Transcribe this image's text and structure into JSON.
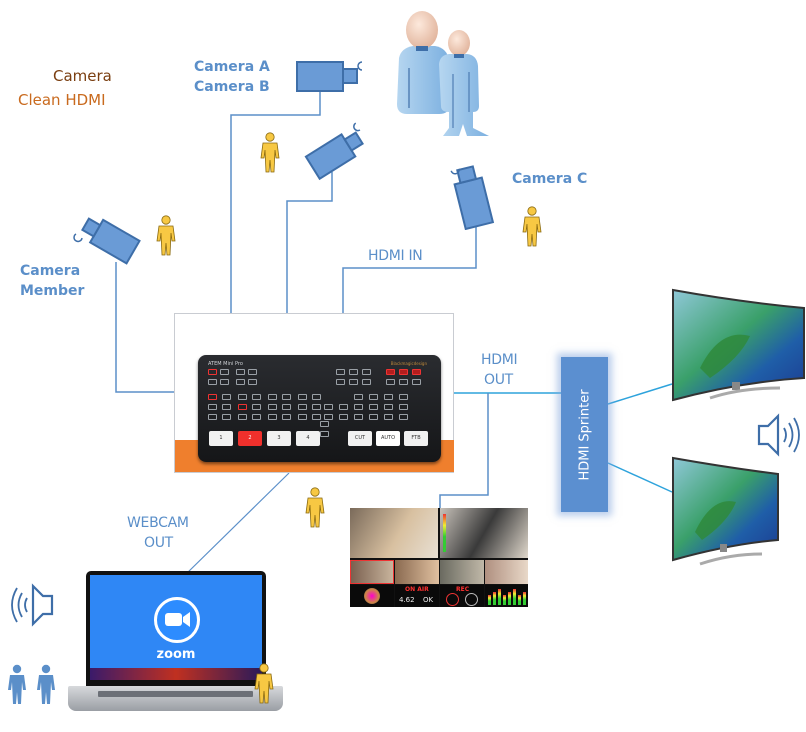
{
  "labels": {
    "camera_clean_hdmi_line1": "Camera",
    "camera_clean_hdmi_line2": "Clean HDMI",
    "camera_a": "Camera A",
    "camera_b": "Camera B",
    "camera_c": "Camera C",
    "camera_member_line1": "Camera",
    "camera_member_line2": "Member",
    "hdmi_in": "HDMI IN",
    "hdmi_out_line1": "HDMI",
    "hdmi_out_line2": "OUT",
    "webcam_out_line1": "WEBCAM",
    "webcam_out_line2": "OUT",
    "splitter": "HDMI Sprinter"
  },
  "atem": {
    "model": "ATEM Mini Pro",
    "brand": "Blackmagicdesign",
    "input_buttons": [
      "1",
      "2",
      "3",
      "4"
    ],
    "active_input": "2",
    "transition_buttons": [
      "CUT",
      "AUTO",
      "FTB"
    ]
  },
  "multiview": {
    "on_air": "ON AIR",
    "rec": "REC",
    "readout_value": "4.62",
    "readout_status": "OK"
  },
  "laptop": {
    "app": "zoom"
  },
  "colors": {
    "wire": "#5b8fc9",
    "hdmi_out_wire": "#2ea3dc",
    "camera_fill": "#6a9bd6",
    "camera_stroke": "#3e6ea8",
    "orange_label_dark": "#7a3e10",
    "orange_label": "#c96a1e",
    "operator_person": "#f7c843",
    "atem_accent": "#ef7f2d",
    "zoom_blue": "#2d8cff"
  }
}
